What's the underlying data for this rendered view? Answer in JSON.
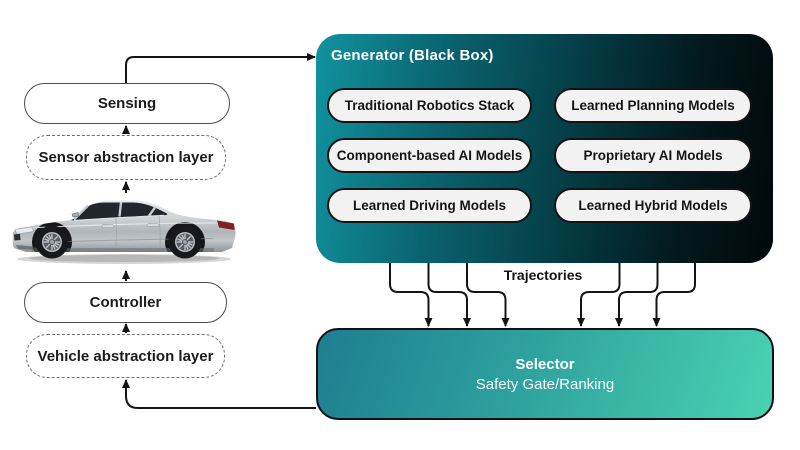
{
  "diagram": {
    "sensing_label": "Sensing",
    "sensor_abstraction_label": "Sensor abstraction layer",
    "controller_label": "Controller",
    "vehicle_abstraction_label": "Vehicle abstraction layer",
    "generator": {
      "title": "Generator (Black Box)",
      "models": [
        "Traditional Robotics Stack",
        "Learned Planning Models",
        "Component-based AI Models",
        "Proprietary AI Models",
        "Learned Driving Models",
        "Learned Hybrid Models"
      ]
    },
    "trajectories_label": "Trajectories",
    "selector": {
      "title": "Selector",
      "subtitle": "Safety Gate/Ranking"
    },
    "car_image": "silver-sedan-side-view",
    "colors": {
      "generator_gradient_start": "#11939f",
      "generator_gradient_end": "#010809",
      "selector_gradient_start": "#1e7e91",
      "selector_gradient_end": "#4ad2b2",
      "pill_background": "#f2f2f2",
      "arrow": "#141414",
      "canvas": "#ffffff"
    }
  }
}
